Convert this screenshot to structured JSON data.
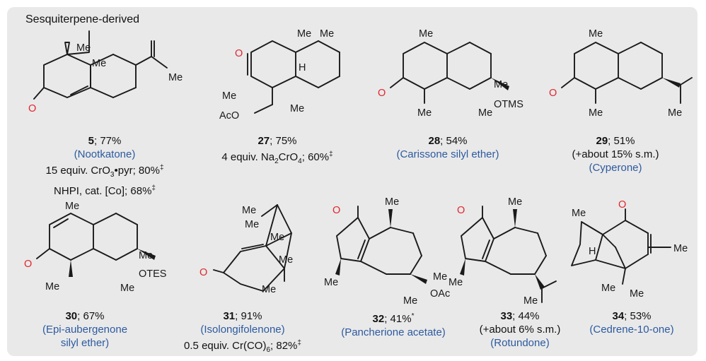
{
  "header": "Sesquiterpene-derived",
  "atoms": {
    "me": "Me",
    "h": "H",
    "o": "O",
    "aco": "AcO",
    "otms": "OTMS",
    "otes": "OTES",
    "oac": "OAc"
  },
  "compounds": [
    {
      "num": "5",
      "yield": "; 77%",
      "name": "(Nootkatone)",
      "extra1": "15 equiv. CrO",
      "extra1_sub": "3",
      "extra1_rest": "•pyr; 80%",
      "extra1_sup": "‡",
      "extra2": "NHPI, cat. [Co]; 68%",
      "extra2_sup": "‡"
    },
    {
      "num": "27",
      "yield": "; 75%",
      "extra1": "4 equiv. Na",
      "extra1_sub": "2",
      "extra1_mid": "CrO",
      "extra1_sub2": "4",
      "extra1_rest": "; 60%",
      "extra1_sup": "‡"
    },
    {
      "num": "28",
      "yield": "; 54%",
      "name": "(Carissone silyl ether)"
    },
    {
      "num": "29",
      "yield": "; 51%",
      "extra1": "(+about 15% s.m.)",
      "name": "(Cyperone)"
    },
    {
      "num": "30",
      "yield": "; 67%",
      "name": "(Epi-aubergenone",
      "name2": "silyl ether)"
    },
    {
      "num": "31",
      "yield": "; 91%",
      "name": "(Isolongifolenone)",
      "extra1": "0.5 equiv. Cr(CO)",
      "extra1_sub": "6",
      "extra1_rest": "; 82%",
      "extra1_sup": "‡"
    },
    {
      "num": "32",
      "yield": "; 41%",
      "yield_sup": "*",
      "name": "(Pancherione acetate)"
    },
    {
      "num": "33",
      "yield": "; 44%",
      "extra1": "(+about 6% s.m.)",
      "name": "(Rotundone)"
    },
    {
      "num": "34",
      "yield": "; 53%",
      "name": "(Cedrene-10-one)"
    }
  ]
}
